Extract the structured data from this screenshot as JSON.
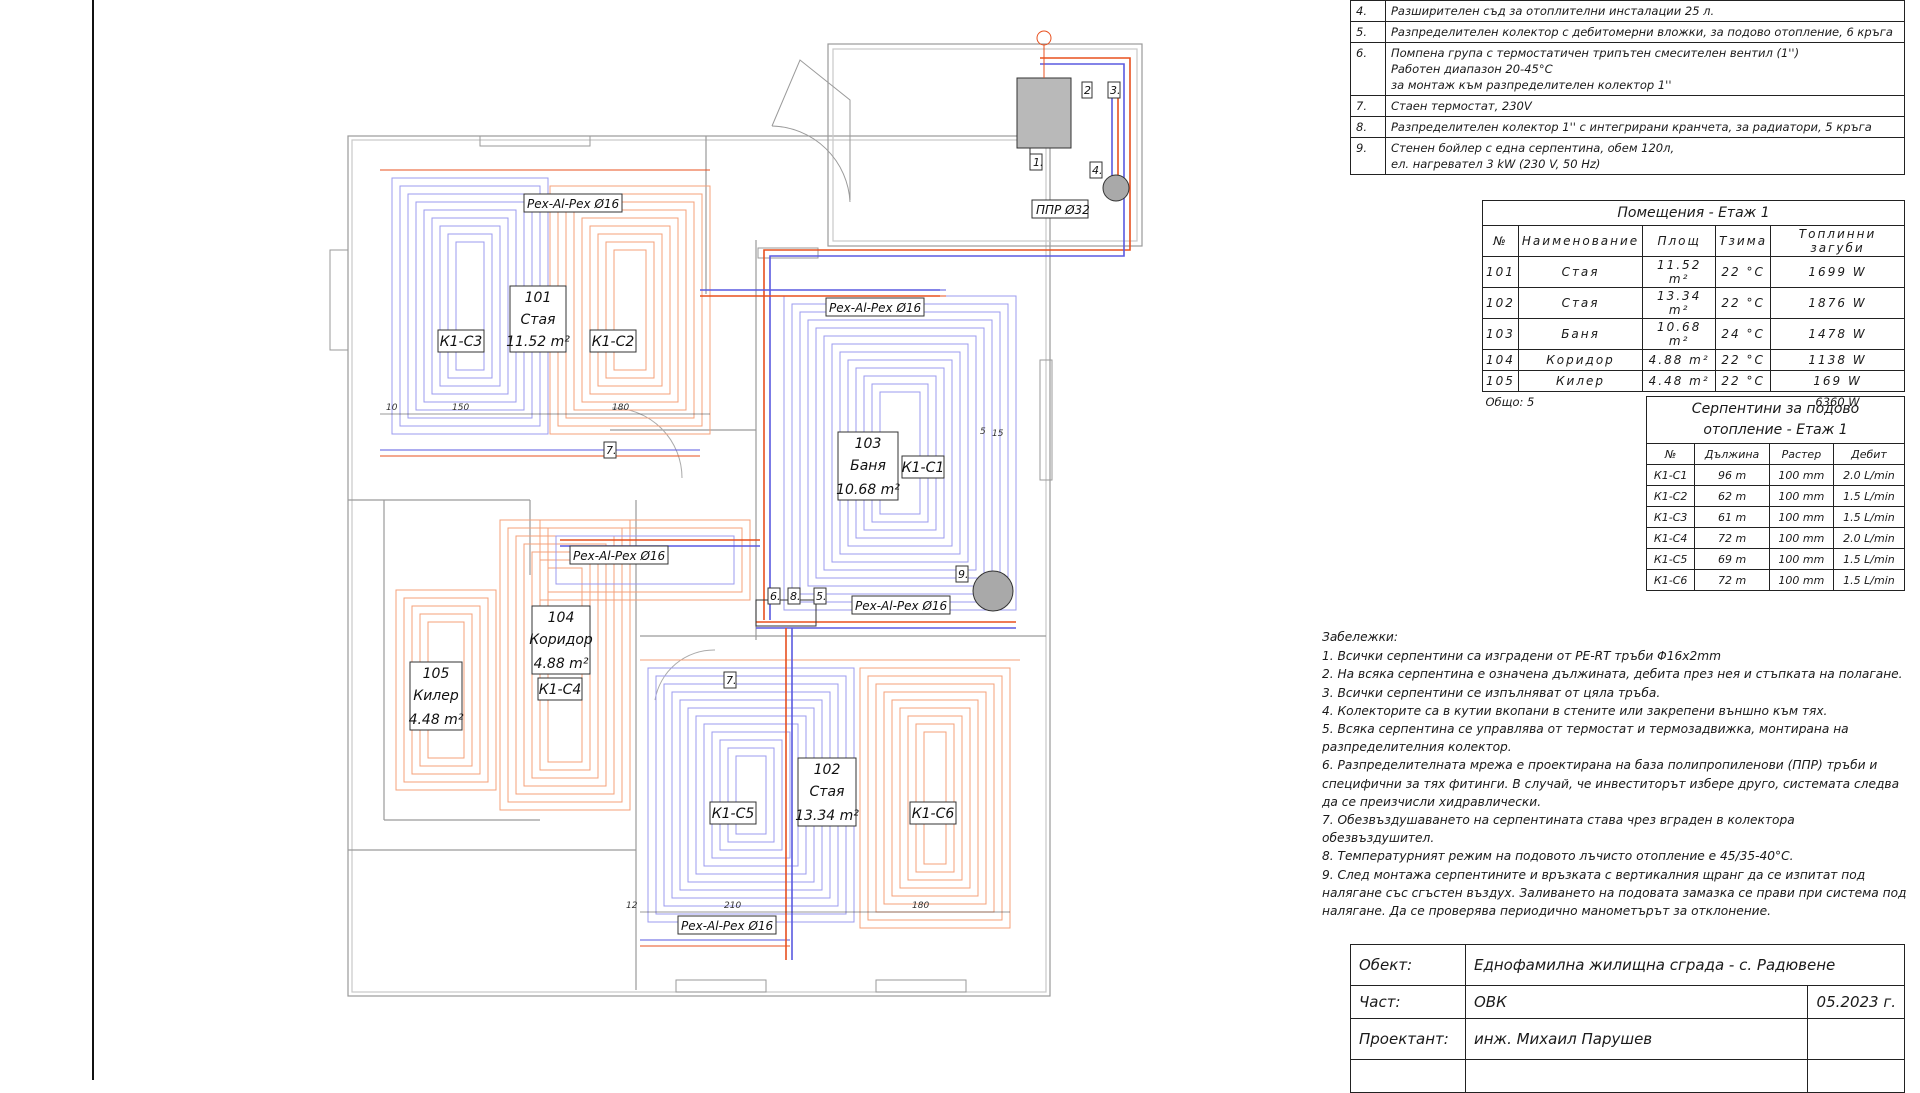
{
  "colors": {
    "supply": "#e8501f",
    "return": "#5a5ae0",
    "supply_light": "#f4a07a",
    "return_light": "#9b9bef",
    "wall": "#8a8a8a",
    "ink": "#1a1a1a"
  },
  "equipment_legend": [
    {
      "no": "4.",
      "lines": [
        "Разширителен съд за отоплителни инсталации 25 л."
      ]
    },
    {
      "no": "5.",
      "lines": [
        "Разпределителен колектор с дебитомерни вложки, за подово отопление, 6 кръга"
      ]
    },
    {
      "no": "6.",
      "lines": [
        "Помпена група с термостатичен трипътен смесителен вентил (1'')",
        "Работен диапазон 20-45°С",
        "за монтаж към разпределителен колектор 1''"
      ]
    },
    {
      "no": "7.",
      "lines": [
        "Стаен термостат, 230V"
      ]
    },
    {
      "no": "8.",
      "lines": [
        "Разпределителен колектор 1'' с интегрирани кранчета, за радиатори,  5 кръга"
      ]
    },
    {
      "no": "9.",
      "lines": [
        "Стенен бойлер с една серпентина, обем 120л,",
        "ел. нагревател 3 kW (230 V, 50 Hz)"
      ]
    }
  ],
  "rooms_table": {
    "title": "Помещения - Етаж 1",
    "headers": [
      "№",
      "Наименование",
      "Площ",
      "Тзима",
      "Топлинни загуби"
    ],
    "rows": [
      [
        "101",
        "Стая",
        "11.52 m²",
        "22 °C",
        "1699 W"
      ],
      [
        "102",
        "Стая",
        "13.34 m²",
        "22 °C",
        "1876 W"
      ],
      [
        "103",
        "Баня",
        "10.68 m²",
        "24 °C",
        "1478 W"
      ],
      [
        "104",
        "Коридор",
        "4.88 m²",
        "22 °C",
        "1138 W"
      ],
      [
        "105",
        "Килер",
        "4.48 m²",
        "22 °C",
        "169 W"
      ]
    ],
    "total_label": "Общо: 5",
    "total_value": "6360 W"
  },
  "circuits_table": {
    "title_1": "Серпентини за подово",
    "title_2": "отопление - Етаж 1",
    "headers": [
      "№",
      "Дължина",
      "Растер",
      "Дебит"
    ],
    "rows": [
      [
        "К1-С1",
        "96 m",
        "100 mm",
        "2.0 L/min"
      ],
      [
        "К1-С2",
        "62 m",
        "100 mm",
        "1.5 L/min"
      ],
      [
        "К1-С3",
        "61 m",
        "100 mm",
        "1.5 L/min"
      ],
      [
        "К1-С4",
        "72 m",
        "100 mm",
        "2.0 L/min"
      ],
      [
        "К1-С5",
        "69 m",
        "100 mm",
        "1.5 L/min"
      ],
      [
        "К1-С6",
        "72 m",
        "100 mm",
        "1.5 L/min"
      ]
    ]
  },
  "notes": {
    "title": "Забележки:",
    "items": [
      "1. Всички серпентини са изградени от PE-RT тръби Φ16x2mm",
      "2. На всяка серпентина е означена дължината, дебита през нея и стъпката на полагане.",
      "3. Всички серпентини се изпълняват от цяла тръба.",
      "4. Колекторите са в кутии вкопани в стените или закрепени външно към тях.",
      "5. Всяка серпентина се управлява от термостат и термозадвижка, монтирана на разпределителния колектор.",
      "6. Разпределителната мрежа е проектирана на база полипропиленови (ППР) тръби и специфични за тях фитинги. В случай, че инвеститорът избере друго, системата следва да се преизчисли хидравлически.",
      "7. Обезвъздушаването на серпентината става чрез вграден в колектора обезвъздушител.",
      "8. Температурният режим на подовото лъчисто отопление е 45/35-40°С.",
      "9. След монтажа серпентините и връзката с вертикалния щранг да се изпитат под налягане със сгъстен въздух. Заливането на подовата замазка се прави при система под налягане. Да се проверява периодично манометърът за отклонение."
    ]
  },
  "title_block": {
    "object_label": "Обект:",
    "object_value": "Еднофамилна жилищна сграда - с. Радювене",
    "part_label": "Част:",
    "part_value": "ОВК",
    "date": "05.2023 г.",
    "designer_label": "Проектант:",
    "designer_value": "инж. Михаил Парушев"
  },
  "plan": {
    "rooms": [
      {
        "no": "101",
        "name": "Стая",
        "area": "11.52 m²"
      },
      {
        "no": "103",
        "name": "Баня",
        "area": "10.68 m²"
      },
      {
        "no": "104",
        "name": "Коридор",
        "area": "4.88 m²"
      },
      {
        "no": "105",
        "name": "Килер",
        "area": "4.48 m²"
      },
      {
        "no": "102",
        "name": "Стая",
        "area": "13.34 m²"
      }
    ],
    "circuit_tags": [
      "К1-С3",
      "К1-С2",
      "К1-С1",
      "К1-С4",
      "К1-С5",
      "К1-С6"
    ],
    "pipe_label": "Pex-Al-Pex Ø16",
    "ppr_label": "ППР Ø32",
    "equip_tags": [
      "1.",
      "2",
      "3.",
      "4.",
      "5.",
      "6.",
      "7.",
      "8.",
      "9."
    ],
    "dims": [
      "150",
      "180",
      "210",
      "180",
      "10",
      "12",
      "15",
      "5"
    ]
  }
}
